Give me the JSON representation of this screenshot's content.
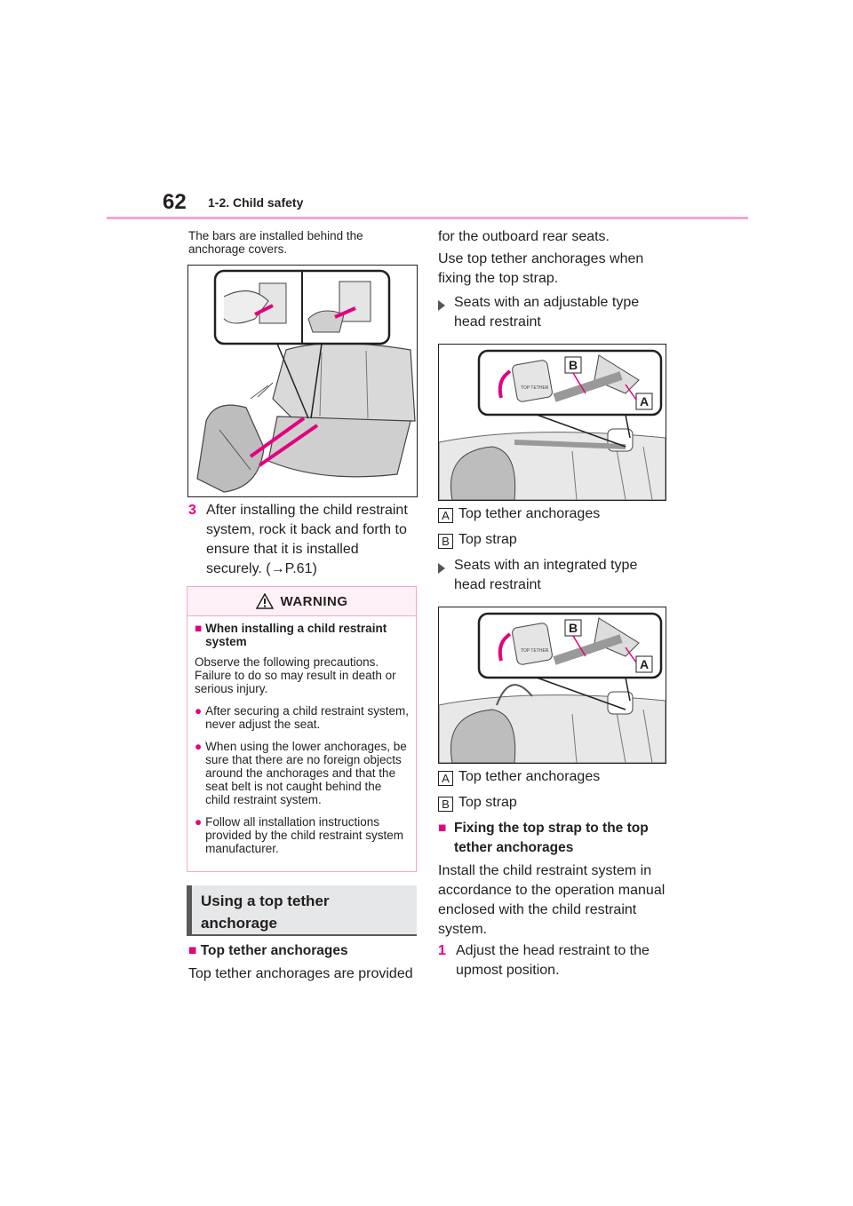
{
  "header": {
    "page_number": "62",
    "section": "1-2. Child safety"
  },
  "left_column": {
    "intro_note": "The bars are installed behind the anchorage covers.",
    "step3": {
      "number": "3",
      "text": "After installing the child restraint system, rock it back and forth to ensure that it is installed securely. (→P.61)"
    },
    "warning": {
      "title": "WARNING",
      "subhead": "When installing a child restraint system",
      "intro": "Observe the following precautions. Failure to do so may result in death or serious injury.",
      "items": [
        "After securing a child restraint system, never adjust the seat.",
        "When using the lower anchorages, be sure that there are no foreign objects around the anchorages and that the seat belt is not caught behind the child restraint system.",
        "Follow all installation instructions provided by the child restraint system manufacturer."
      ]
    },
    "section_heading": "Using a top tether anchorage",
    "sub_heading": "Top tether anchorages",
    "para": "Top tether anchorages are provided"
  },
  "right_column": {
    "para_cont": "for the outboard rear seats.",
    "para2": "Use top tether anchorages when fixing the top strap.",
    "case1": "Seats with an adjustable type head restraint",
    "case2": "Seats with an integrated type head restraint",
    "legend1": [
      {
        "key": "A",
        "text": "Top tether anchorages"
      },
      {
        "key": "B",
        "text": "Top strap"
      }
    ],
    "legend2": [
      {
        "key": "A",
        "text": "Top tether anchorages"
      },
      {
        "key": "B",
        "text": "Top strap"
      }
    ],
    "sub_heading2": "Fixing the top strap to the top tether anchorages",
    "para3": "Install the child restraint system in accordance to the operation manual enclosed with the child restraint system.",
    "step1": {
      "number": "1",
      "text": "Adjust the head restraint to the upmost position."
    },
    "callout_a": "A",
    "callout_b": "B",
    "symbol_text": "TOP TETHER"
  },
  "colors": {
    "accent": "#e3007f",
    "rule": "#f3a6cf",
    "heading_bg": "#e6e7e8",
    "figure_fill": "#d9d9d9"
  }
}
